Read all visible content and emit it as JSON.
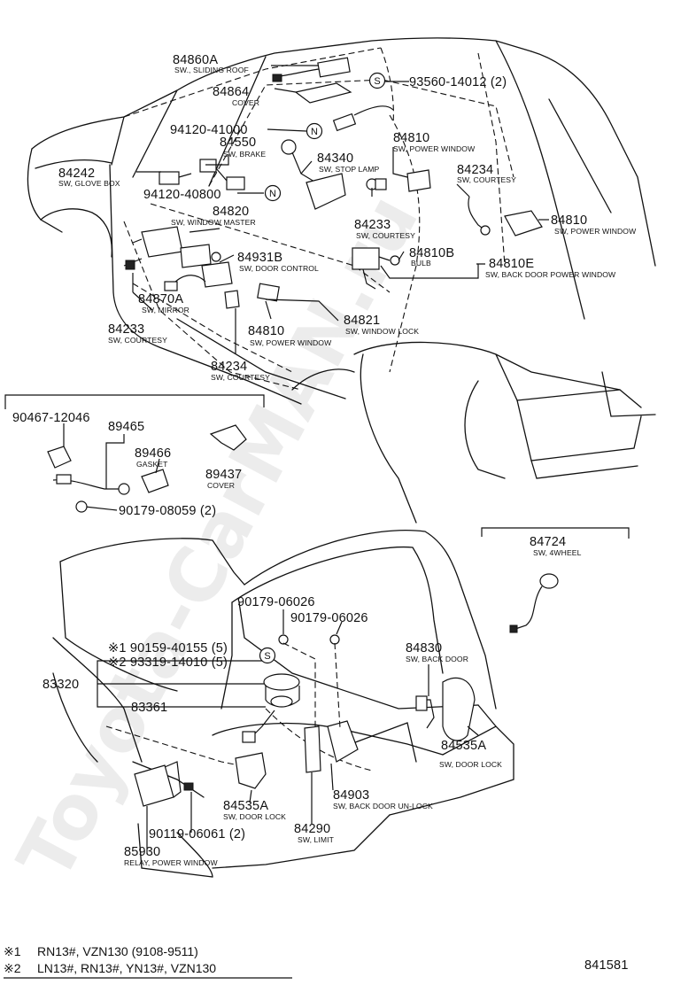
{
  "watermark": "Toyota-CarMAN.ru",
  "diagram_id": "841581",
  "callouts": [
    {
      "id": "c1",
      "part": "84860A",
      "label": "SW., SLIDING ROOF"
    },
    {
      "id": "c2",
      "part": "84864",
      "label": "COVER"
    },
    {
      "id": "c3",
      "part": "93560-14012 (2)",
      "label": ""
    },
    {
      "id": "c4",
      "part": "94120-41000",
      "label": ""
    },
    {
      "id": "c5",
      "part": "84550",
      "label": "SW, BRAKE"
    },
    {
      "id": "c6",
      "part": "84810",
      "label": "SW, POWER WINDOW"
    },
    {
      "id": "c7",
      "part": "84242",
      "label": "SW, GLOVE BOX"
    },
    {
      "id": "c8",
      "part": "84340",
      "label": "SW, STOP LAMP"
    },
    {
      "id": "c9",
      "part": "84234",
      "label": "SW, COURTESY"
    },
    {
      "id": "c10",
      "part": "94120-40800",
      "label": ""
    },
    {
      "id": "c11",
      "part": "84820",
      "label": "SW, WINDOW MASTER"
    },
    {
      "id": "c12",
      "part": "84233",
      "label": "SW, COURTESY"
    },
    {
      "id": "c13",
      "part": "84810",
      "label": "SW, POWER WINDOW"
    },
    {
      "id": "c14",
      "part": "84931B",
      "label": "SW, DOOR CONTROL"
    },
    {
      "id": "c15",
      "part": "84810B",
      "label": "BULB"
    },
    {
      "id": "c16",
      "part": "84810E",
      "label": "SW, BACK DOOR POWER WINDOW"
    },
    {
      "id": "c17",
      "part": "84870A",
      "label": "SW, MIRROR"
    },
    {
      "id": "c18",
      "part": "84821",
      "label": "SW, WINDOW LOCK"
    },
    {
      "id": "c19",
      "part": "84233",
      "label": "SW, COURTESY"
    },
    {
      "id": "c20",
      "part": "84810",
      "label": "SW, POWER WINDOW"
    },
    {
      "id": "c21",
      "part": "84234",
      "label": "SW, COURTESY"
    },
    {
      "id": "c22",
      "part": "90467-12046",
      "label": ""
    },
    {
      "id": "c23",
      "part": "89465",
      "label": ""
    },
    {
      "id": "c24",
      "part": "89466",
      "label": "GASKET"
    },
    {
      "id": "c25",
      "part": "89437",
      "label": "COVER"
    },
    {
      "id": "c26",
      "part": "90179-08059 (2)",
      "label": ""
    },
    {
      "id": "c27",
      "part": "84724",
      "label": "SW, 4WHEEL"
    },
    {
      "id": "c28",
      "part": "90179-06026",
      "label": ""
    },
    {
      "id": "c29",
      "part": "90179-06026",
      "label": ""
    },
    {
      "id": "c30",
      "part": "※1 90159-40155 (5)",
      "label": ""
    },
    {
      "id": "c31",
      "part": "※2 93319-14010 (5)",
      "label": ""
    },
    {
      "id": "c32",
      "part": "84830",
      "label": "SW, BACK DOOR"
    },
    {
      "id": "c33",
      "part": "83320",
      "label": ""
    },
    {
      "id": "c34",
      "part": "83361",
      "label": ""
    },
    {
      "id": "c35",
      "part": "84535A",
      "label": "SW, DOOR LOCK"
    },
    {
      "id": "c36",
      "part": "84903",
      "label": "SW, BACK DOOR UN-LOCK"
    },
    {
      "id": "c37",
      "part": "84535A",
      "label": "SW, DOOR LOCK"
    },
    {
      "id": "c38",
      "part": "90119-06061 (2)",
      "label": ""
    },
    {
      "id": "c39",
      "part": "84290",
      "label": "SW, LIMIT"
    },
    {
      "id": "c40",
      "part": "85930",
      "label": "RELAY, POWER WINDOW"
    }
  ],
  "markers": {
    "s": "S",
    "n": "N"
  },
  "notes": [
    {
      "mark": "※1",
      "text": "RN13#, VZN130 (9108-9511)"
    },
    {
      "mark": "※2",
      "text": "LN13#, RN13#, YN13#, VZN130"
    }
  ]
}
